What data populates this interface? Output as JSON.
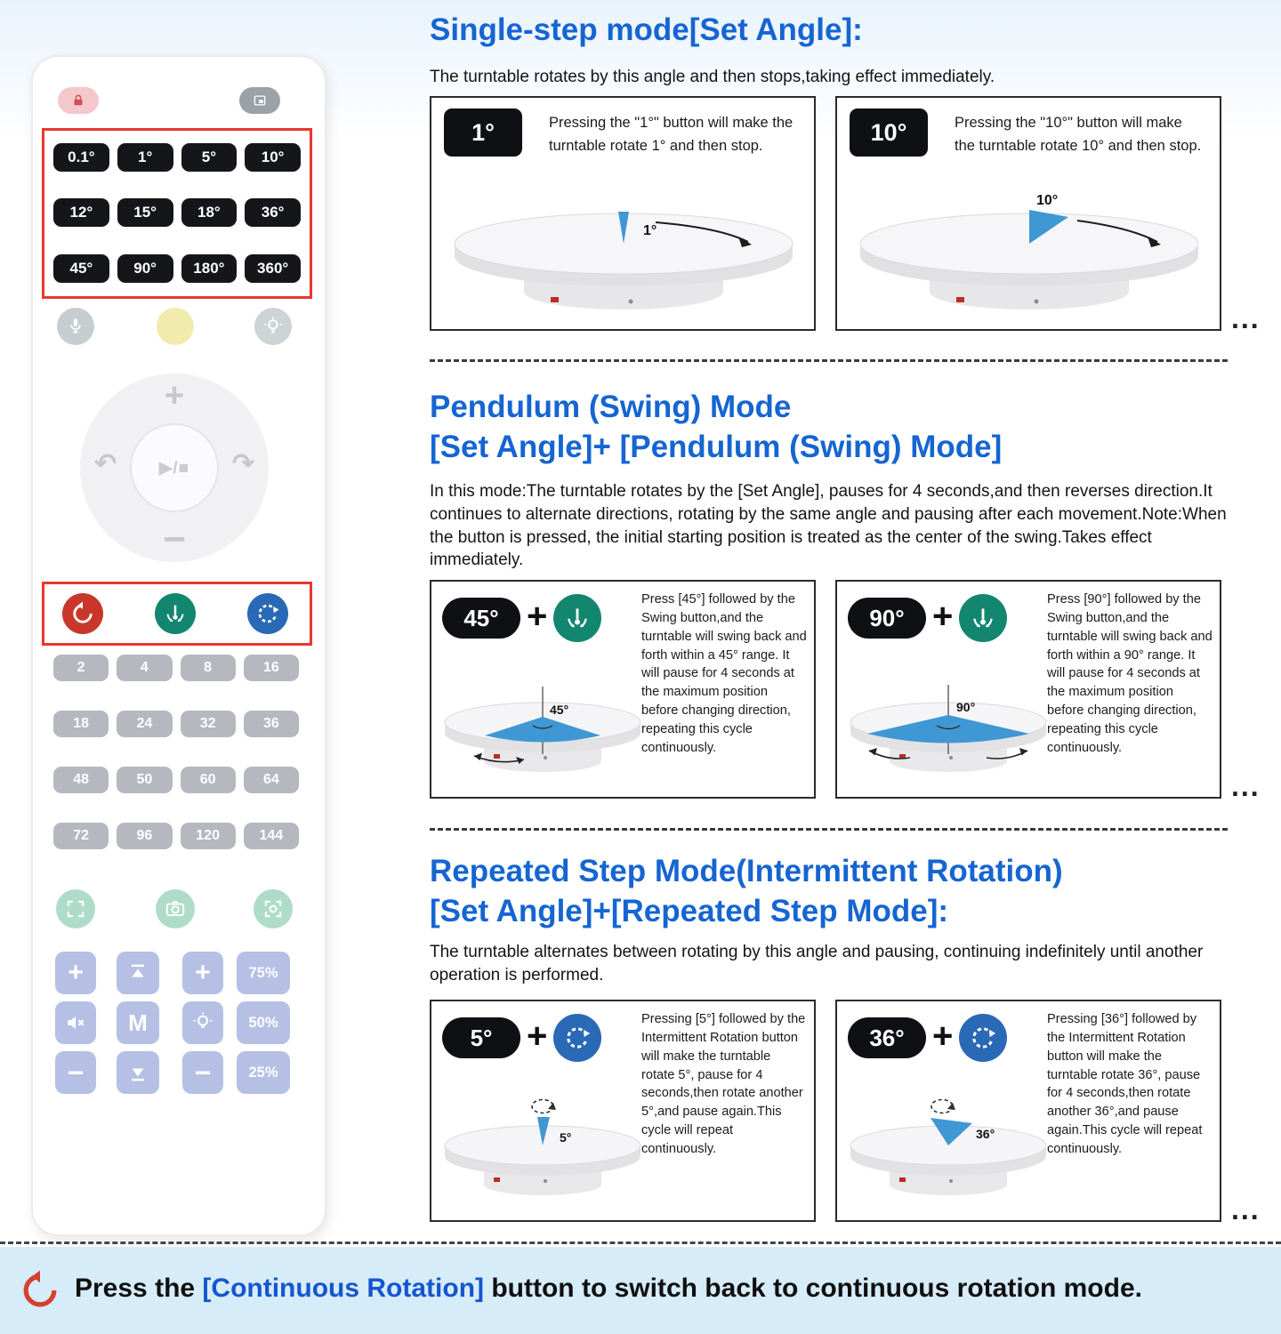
{
  "colors": {
    "heading_blue": "#1565d2",
    "footer_band_blue": "#d7ecf9",
    "wedge_blue": "#3f97d3",
    "highlight_frame_red": "#e8392b",
    "continuous_rotation_red": "#d5402f",
    "pendulum_teal": "#13866f",
    "repeated_step_blue": "#2a69b5"
  },
  "remote": {
    "angle_buttons": [
      "0.1°",
      "1°",
      "5°",
      "10°",
      "12°",
      "15°",
      "18°",
      "36°",
      "45°",
      "90°",
      "180°",
      "360°"
    ],
    "number_buttons": [
      "2",
      "4",
      "8",
      "16",
      "18",
      "24",
      "32",
      "36",
      "48",
      "50",
      "60",
      "64",
      "72",
      "96",
      "120",
      "144"
    ],
    "dpad": {
      "plus": "+",
      "minus": "−",
      "ccw": "↶",
      "cw": "↷",
      "center": "▶/■"
    },
    "bottom": {
      "plus": "+",
      "minus": "−",
      "m": "M",
      "percents": [
        "75%",
        "50%",
        "25%"
      ]
    }
  },
  "sections": [
    {
      "title": "Single-step mode[Set Angle]:",
      "subtitle": "The turntable rotates by this angle and then stops,taking effect immediately.",
      "ellipsis": "...",
      "cards": [
        {
          "angle": "1°",
          "desc": "Pressing the \"1°\" button will make the turntable rotate 1° and then stop.",
          "wedge": "1°"
        },
        {
          "angle": "10°",
          "desc": "Pressing the \"10°\" button will make the turntable rotate 10° and then stop.",
          "wedge": "10°"
        }
      ]
    },
    {
      "title_line1": "Pendulum (Swing) Mode",
      "title_line2": "[Set Angle]+ [Pendulum (Swing) Mode]",
      "body": "In this mode:The turntable rotates by the [Set Angle], pauses for 4 seconds,and then reverses direction.It continues to alternate directions, rotating by the same angle and pausing after each movement.Note:When the button is pressed, the initial starting position is treated as the center of the swing.Takes effect immediately.",
      "plus": "+",
      "ellipsis": "...",
      "cards": [
        {
          "angle": "45°",
          "desc": "Press [45°] followed by the Swing button,and the turntable will swing back and forth within a 45° range. It will pause for 4 seconds at the maximum position before changing direction, repeating this cycle continuously.",
          "wedge": "45°"
        },
        {
          "angle": "90°",
          "desc": "Press [90°] followed by the Swing button,and the turntable will swing back and forth within a 90° range. It will pause for 4 seconds at the maximum position before changing direction, repeating this cycle continuously.",
          "wedge": "90°"
        }
      ]
    },
    {
      "title_line1": "Repeated Step Mode(Intermittent Rotation)",
      "title_line2": "[Set Angle]+[Repeated Step Mode]:",
      "body": "The turntable alternates between rotating by this angle and pausing, continuing indefinitely until another operation is performed.",
      "plus": "+",
      "ellipsis": "...",
      "cards": [
        {
          "angle": "5°",
          "desc": "Pressing [5°] followed by the Intermittent Rotation button will make the turntable rotate 5°, pause for 4 seconds,then rotate another 5°,and pause again.This cycle will repeat continuously.",
          "wedge": "5°"
        },
        {
          "angle": "36°",
          "desc": "Pressing [36°] followed by the Intermittent Rotation button will make the turntable rotate 36°, pause for 4 seconds,then rotate another 36°,and pause again.This cycle will repeat continuously.",
          "wedge": "36°"
        }
      ]
    }
  ],
  "footer": {
    "prefix": "Press the ",
    "highlight": "[Continuous Rotation]",
    "suffix": " button to switch back to continuous rotation mode."
  }
}
